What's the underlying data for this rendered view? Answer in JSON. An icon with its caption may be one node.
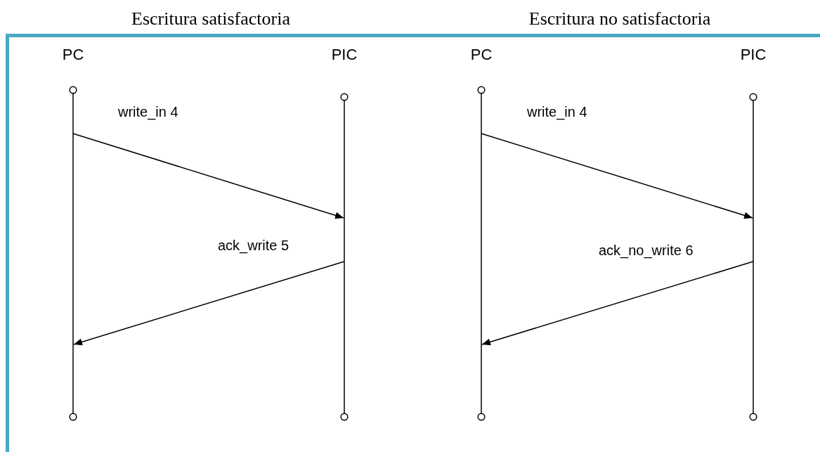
{
  "diagram": {
    "nodes": [
      {
        "text": [
          "PC"
        ]
      },
      {
        "text": [
          "PIC"
        ]
      },
      {
        "text": [
          "PC"
        ]
      },
      {
        "text": [
          "PIC"
        ]
      }
    ],
    "edges": [
      {
        "from": 0,
        "to": 1,
        "arrow": "to",
        "label": "write_in 4"
      },
      {
        "from": 1,
        "to": 0,
        "arrow": "to",
        "label": "ack_write 5"
      },
      {
        "from": 2,
        "to": 3,
        "arrow": "to",
        "label": "write_in 4"
      },
      {
        "from": 3,
        "to": 2,
        "arrow": "to",
        "label": "ack_no_write 6"
      }
    ],
    "labels": [
      "Escritura satisfactoria",
      "Escritura no satisfactoria"
    ]
  }
}
